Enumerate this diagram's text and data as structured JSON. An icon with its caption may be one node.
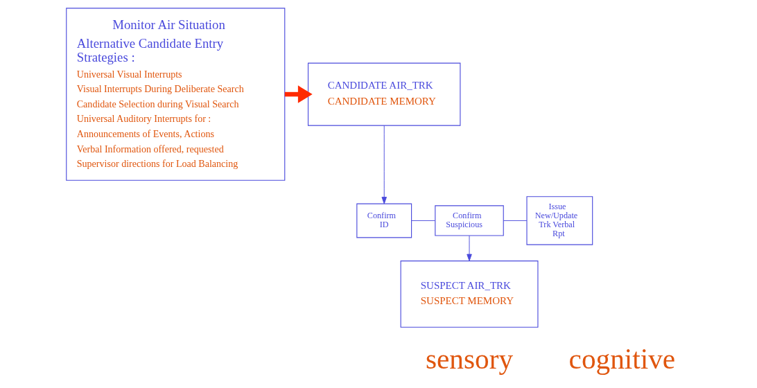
{
  "diagram": {
    "nodes": [
      {
        "text": [
          "Monitor Air Situation",
          "Alternative Candidate Entry Strategies :",
          "Universal Visual Interrupts",
          "Visual Interrupts During Deliberate Search",
          "Candidate Selection during Visual Search",
          "Universal Auditory Interrupts for :",
          "Announcements of Events, Actions",
          "Verbal Information offered, requested",
          "Supervisor directions for Load Balancing"
        ]
      },
      {
        "text": [
          "CANDIDATE AIR_TRK",
          "CANDIDATE MEMORY"
        ]
      },
      {
        "text": [
          "Confirm ID"
        ]
      },
      {
        "text": [
          "Confirm Suspicious"
        ]
      },
      {
        "text": [
          "Issue New/Update Trk Verbal Rpt"
        ]
      },
      {
        "text": [
          "SUSPECT AIR_TRK",
          "SUSPECT MEMORY"
        ]
      }
    ],
    "edges": [
      {
        "from": 0,
        "to": 1,
        "arrow": "to",
        "style": "thick",
        "color": "#ff2a00"
      },
      {
        "from": 1,
        "to": 2,
        "arrow": "to"
      },
      {
        "from": 2,
        "to": 3,
        "arrow": "none"
      },
      {
        "from": 3,
        "to": 4,
        "arrow": "none"
      },
      {
        "from": 3,
        "to": 5,
        "arrow": "to"
      }
    ],
    "labels": [
      "sensory",
      "cognitive"
    ]
  }
}
